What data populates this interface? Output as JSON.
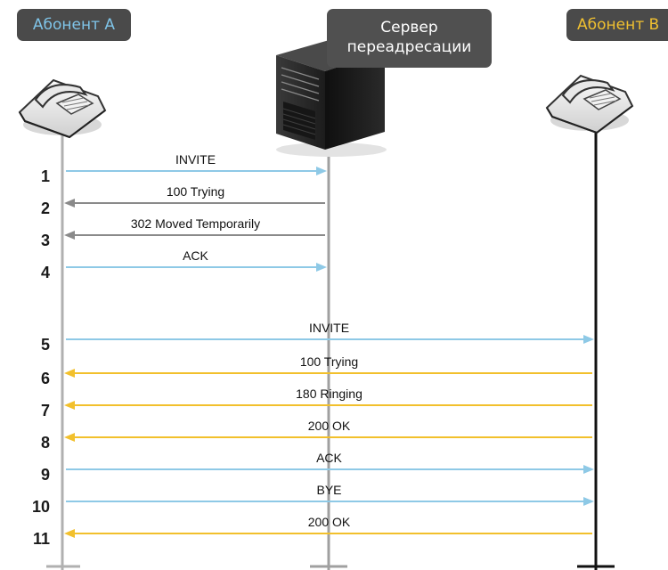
{
  "participants": {
    "a": {
      "label": "Абонент А",
      "color": "#7fc4e8"
    },
    "server": {
      "label_line1": "Сервер",
      "label_line2": "переадресации",
      "color": "#ffffff"
    },
    "b": {
      "label": "Абонент В",
      "color": "#f0c030"
    }
  },
  "colors": {
    "request_arrow": "#8ec9e6",
    "server_reply_arrow": "#8a8a8a",
    "b_reply_arrow": "#f2c02c",
    "lifeline_a": "#b0b0b0",
    "lifeline_server": "#a0a0a0",
    "lifeline_b": "#111111"
  },
  "messages": [
    {
      "num": "1",
      "label": "INVITE",
      "from": "a",
      "to": "server",
      "kind": "request"
    },
    {
      "num": "2",
      "label": "100 Trying",
      "from": "server",
      "to": "a",
      "kind": "server_reply"
    },
    {
      "num": "3",
      "label": "302 Moved Temporarily",
      "from": "server",
      "to": "a",
      "kind": "server_reply"
    },
    {
      "num": "4",
      "label": "ACK",
      "from": "a",
      "to": "server",
      "kind": "request"
    },
    {
      "num": "5",
      "label": "INVITE",
      "from": "a",
      "to": "b",
      "kind": "request"
    },
    {
      "num": "6",
      "label": "100 Trying",
      "from": "b",
      "to": "a",
      "kind": "b_reply"
    },
    {
      "num": "7",
      "label": "180 Ringing",
      "from": "b",
      "to": "a",
      "kind": "b_reply"
    },
    {
      "num": "8",
      "label": "200 OK",
      "from": "b",
      "to": "a",
      "kind": "b_reply"
    },
    {
      "num": "9",
      "label": "ACK",
      "from": "a",
      "to": "b",
      "kind": "request"
    },
    {
      "num": "10",
      "label": "BYE",
      "from": "a",
      "to": "b",
      "kind": "request"
    },
    {
      "num": "11",
      "label": "200 OK",
      "from": "b",
      "to": "a",
      "kind": "b_reply"
    }
  ]
}
